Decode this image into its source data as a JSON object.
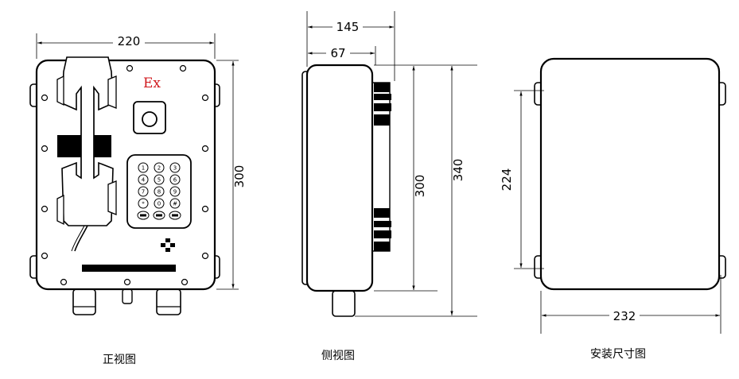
{
  "front": {
    "caption": "正视图",
    "width": "220",
    "height": "300",
    "ex_mark": "Ex",
    "keypad": [
      "1",
      "2",
      "3",
      "4",
      "5",
      "6",
      "7",
      "8",
      "9",
      "*",
      "0",
      "#"
    ]
  },
  "side": {
    "caption": "侧视图",
    "depth_total": "145",
    "depth_body": "67",
    "height_body": "300",
    "height_total": "340"
  },
  "mount": {
    "caption": "安装尺寸图",
    "height": "224",
    "width": "232"
  }
}
